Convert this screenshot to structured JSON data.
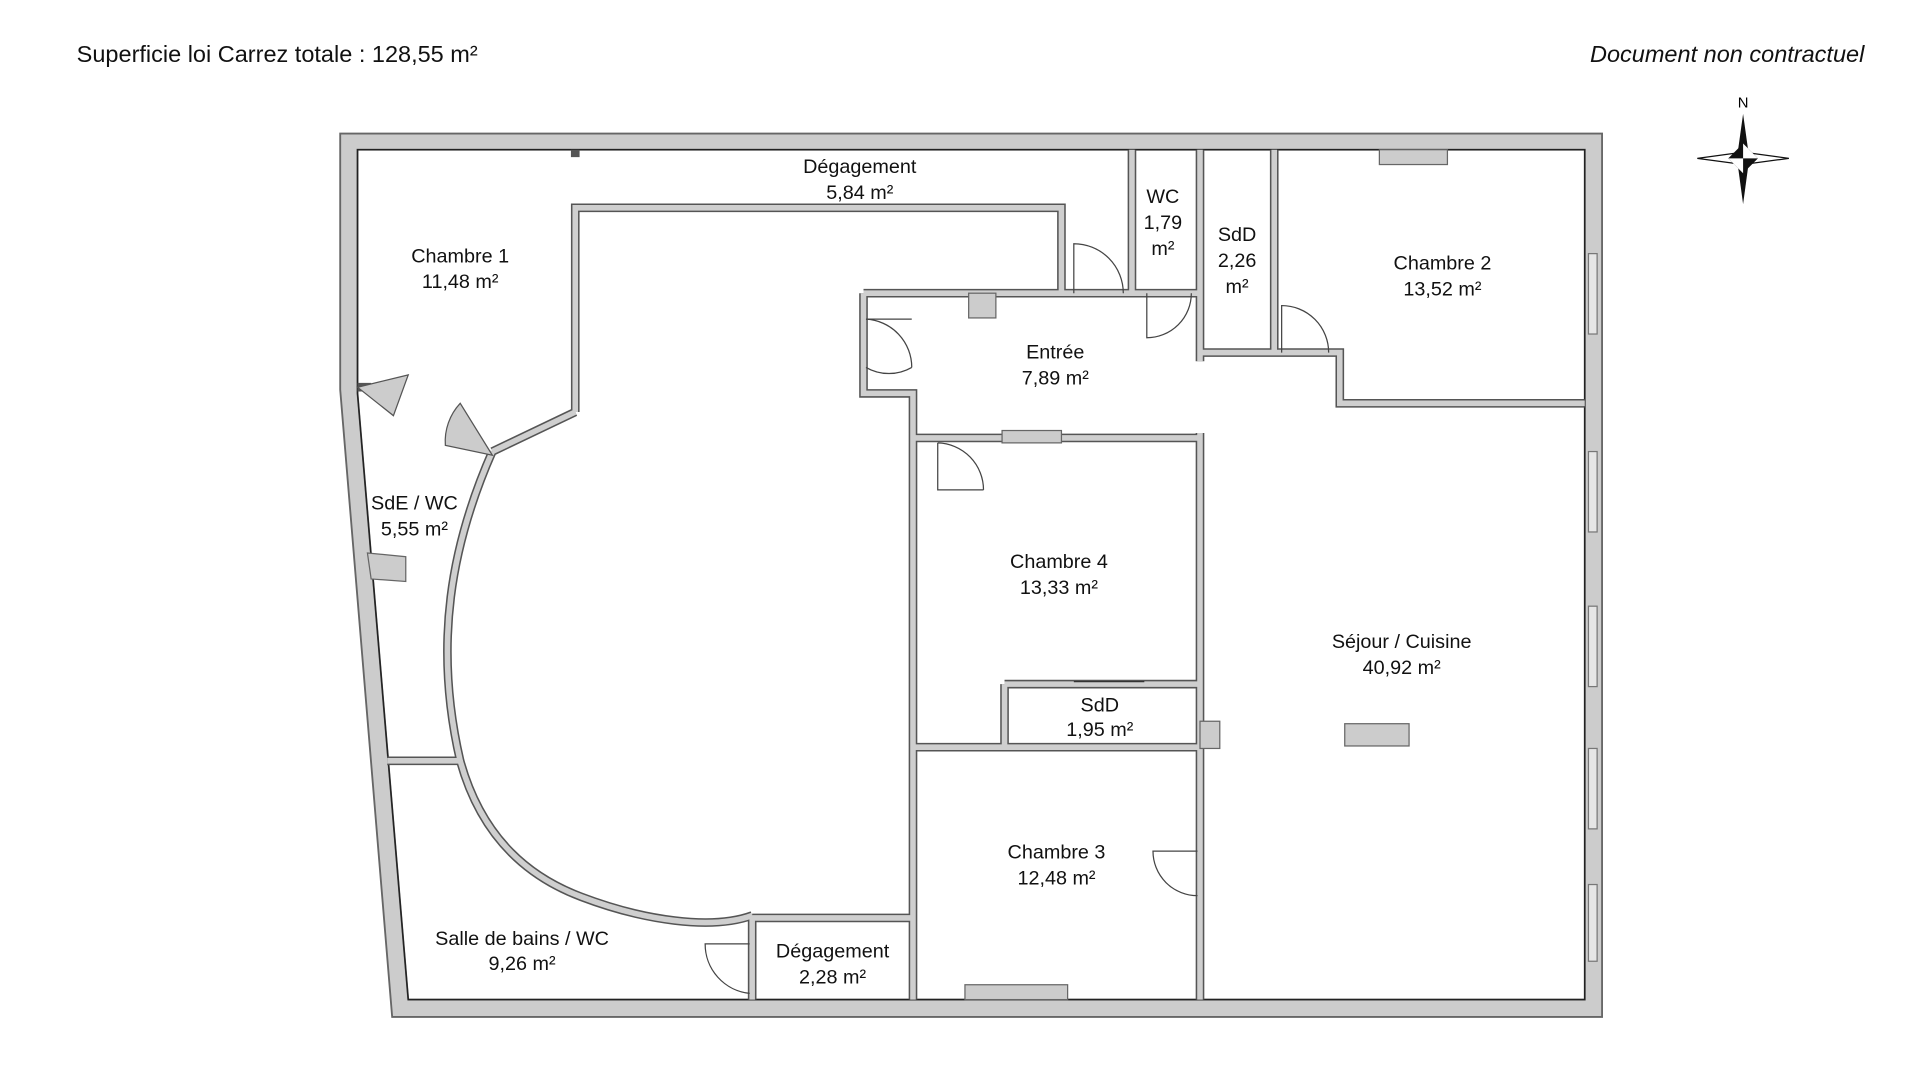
{
  "header": {
    "total_area": "Superficie loi Carrez totale :  128,55 m²",
    "disclaimer": "Document non contractuel"
  },
  "compass": {
    "north_label": "N"
  },
  "rooms": [
    {
      "name": "Dégagement",
      "area": "5,84 m²"
    },
    {
      "name": "WC",
      "area": "1,79",
      "area_unit": "m²"
    },
    {
      "name": "SdD",
      "area": "2,26",
      "area_unit": "m²"
    },
    {
      "name": "Chambre 2",
      "area": "13,52 m²"
    },
    {
      "name": "Chambre 1",
      "area": "11,48 m²"
    },
    {
      "name": "Entrée",
      "area": "7,89 m²"
    },
    {
      "name": "SdE / WC",
      "area": "5,55 m²"
    },
    {
      "name": "Chambre 4",
      "area": "13,33 m²"
    },
    {
      "name": "Séjour / Cuisine",
      "area": "40,92 m²"
    },
    {
      "name": "SdD",
      "area": "1,95 m²"
    },
    {
      "name": "Chambre 3",
      "area": "12,48 m²"
    },
    {
      "name": "Salle de bains / WC",
      "area": "9,26 m²"
    },
    {
      "name": "Dégagement",
      "area": "2,28 m²"
    }
  ],
  "colors": {
    "wall": "#cccccc",
    "wall_edge": "#555555",
    "text": "#111111"
  }
}
